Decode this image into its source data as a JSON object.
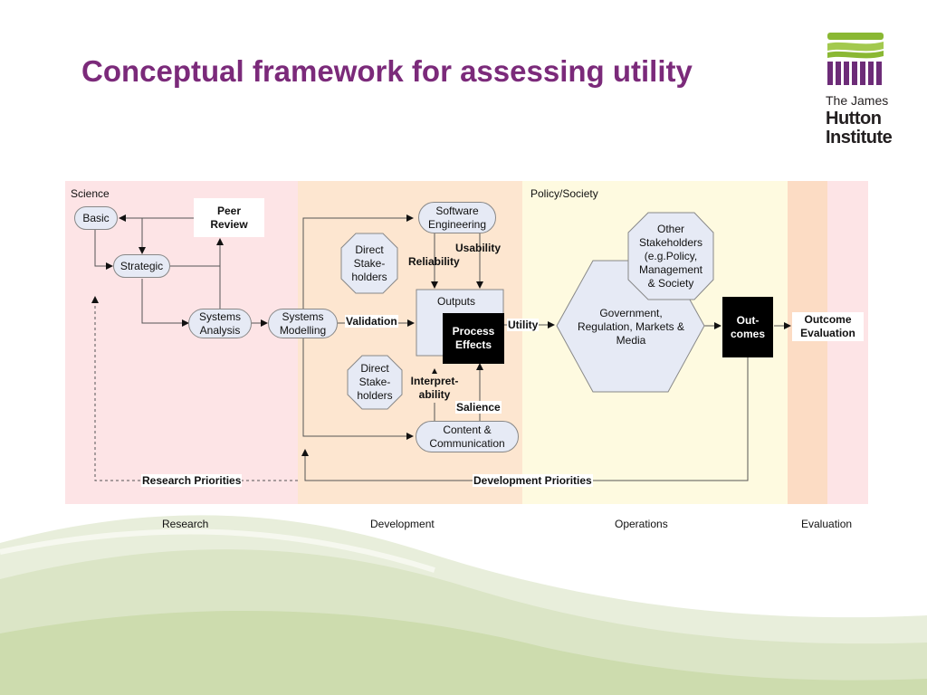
{
  "slide": {
    "title": "Conceptual framework for assessing utility"
  },
  "logo": {
    "line1": "The James",
    "line2": "Hutton",
    "line3": "Institute"
  },
  "diagram": {
    "zones": {
      "science": "Science",
      "policy_society": "Policy/Society"
    },
    "nodes": {
      "basic": "Basic",
      "peer_review": "Peer\nReview",
      "strategic": "Strategic",
      "systems_analysis": "Systems\nAnalysis",
      "systems_modelling": "Systems\nModelling",
      "software_engineering": "Software\nEngineering",
      "direct_stakeholders_top": "Direct\nStake-\nholders",
      "direct_stakeholders_bottom": "Direct\nStake-\nholders",
      "outputs": "Outputs",
      "process_effects": "Process\nEffects",
      "content_communication": "Content &\nCommunication",
      "other_stakeholders": "Other\nStakeholders\n(e.g.Policy,\nManagement\n& Society",
      "government": "Government,\nRegulation, Markets &\nMedia",
      "outcomes": "Out-\ncomes",
      "outcome_evaluation": "Outcome\nEvaluation"
    },
    "edge_labels": {
      "usability": "Usability",
      "reliability": "Reliability",
      "validation": "Validation",
      "utility": "Utility",
      "interpretability": "Interpret-\nability",
      "salience": "Salience",
      "research_priorities": "Research Priorities",
      "development_priorities": "Development Priorities"
    },
    "phases": [
      "Research",
      "Development",
      "Operations",
      "Evaluation"
    ]
  },
  "colors": {
    "title": "#7b2a7a",
    "research_zone": "#fde4e6",
    "development_zone": "#fde6d0",
    "operations_zone": "#fefae0",
    "evaluation_zone": "#fcdcc4",
    "node_fill": "#e6eaf5",
    "logo_green": "#8ab833",
    "logo_purple": "#6d2c78"
  }
}
